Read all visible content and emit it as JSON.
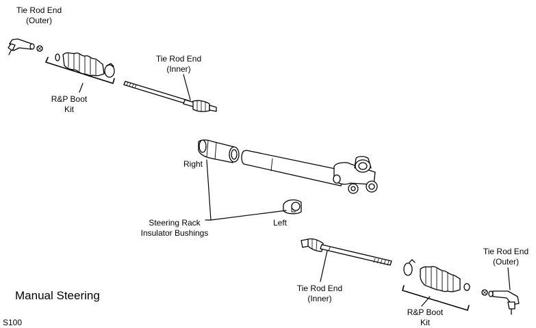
{
  "title": "Manual Steering",
  "figure_code": "S100",
  "labels": {
    "tie_rod_end_outer_left": [
      "Tie Rod End",
      "(Outer)"
    ],
    "boot_kit_left": [
      "R&P Boot",
      "Kit"
    ],
    "tie_rod_end_inner_left": [
      "Tie Rod End",
      "(Inner)"
    ],
    "bushing_right": "Right",
    "bushing_left": "Left",
    "bushings": [
      "Steering Rack",
      "Insulator Bushings"
    ],
    "tie_rod_end_inner_right": [
      "Tie Rod End",
      "(Inner)"
    ],
    "boot_kit_right": [
      "R&P Boot",
      "Kit"
    ],
    "tie_rod_end_outer_right": [
      "Tie Rod End",
      "(Outer)"
    ]
  }
}
